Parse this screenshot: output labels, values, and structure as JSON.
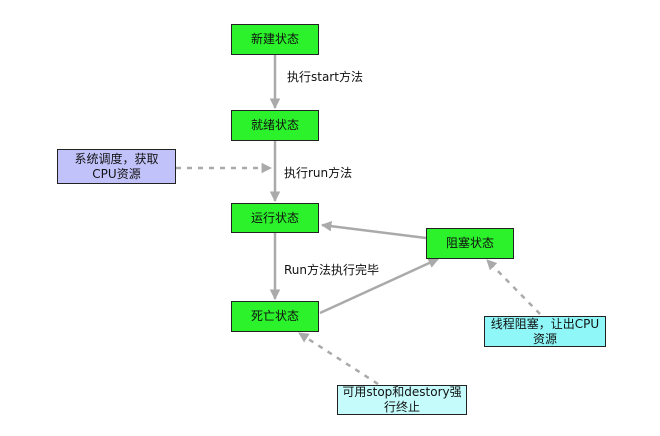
{
  "diagram": {
    "nodes": {
      "new": {
        "label": "新建状态",
        "kind": "state"
      },
      "ready": {
        "label": "就绪状态",
        "kind": "state"
      },
      "running": {
        "label": "运行状态",
        "kind": "state"
      },
      "blocked": {
        "label": "阻塞状态",
        "kind": "state"
      },
      "dead": {
        "label": "死亡状态",
        "kind": "state"
      },
      "note_schedule": {
        "label": "系统调度，获取CPU资源",
        "kind": "note"
      },
      "note_block": {
        "label": "线程阻塞，让出CPU资源",
        "kind": "note"
      },
      "note_stop": {
        "label": "可用stop和destory强行终止",
        "kind": "note"
      }
    },
    "edge_labels": {
      "start": "执行start方法",
      "run": "执行run方法",
      "finish": "Run方法执行完毕"
    },
    "edges": [
      {
        "from": "new",
        "to": "ready",
        "label": "执行start方法",
        "style": "solid"
      },
      {
        "from": "ready",
        "to": "running",
        "label": "执行run方法",
        "style": "solid"
      },
      {
        "from": "running",
        "to": "dead",
        "label": "Run方法执行完毕",
        "style": "solid"
      },
      {
        "from": "blocked",
        "to": "running",
        "style": "solid"
      },
      {
        "from": "dead",
        "to": "blocked",
        "style": "solid"
      },
      {
        "from": "note_schedule",
        "to": "ready-running-edge",
        "style": "dashed"
      },
      {
        "from": "note_block",
        "to": "blocked",
        "style": "dashed"
      },
      {
        "from": "note_stop",
        "to": "dead",
        "style": "dashed"
      }
    ],
    "colors": {
      "state_fill": "#2bf22b",
      "note_schedule_fill": "#c2c2fb",
      "note_block_fill": "#8ff7f7",
      "note_stop_fill": "#c6fbfb",
      "edge": "#aaaaaa"
    }
  }
}
